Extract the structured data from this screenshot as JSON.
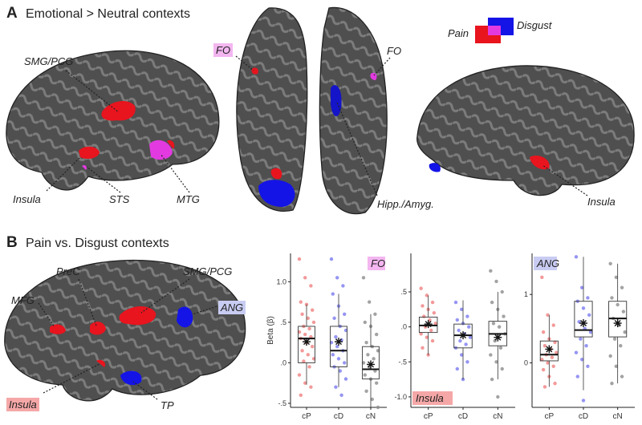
{
  "panelA": {
    "letter": "A",
    "title": "Emotional > Neutral contexts",
    "legend": {
      "pain": "Pain",
      "disgust": "Disgust",
      "pain_color": "#e8141e",
      "disgust_color": "#1414e6",
      "overlap_color": "#e23ae0"
    },
    "labels": {
      "smg_pcg": "SMG/PCG",
      "insula_left": "Insula",
      "sts": "STS",
      "mtg": "MTG",
      "fo_left": "FO",
      "fo_right": "FO",
      "hipp_amyg": "Hipp./Amyg.",
      "insula_right": "Insula"
    }
  },
  "panelB": {
    "letter": "B",
    "title": "Pain vs. Disgust contexts",
    "labels": {
      "mfg": "MFG",
      "prec": "PreC",
      "smg_pcg": "SMG/PCG",
      "ang": "ANG",
      "insula": "Insula",
      "tp": "TP"
    }
  },
  "chart_data": [
    {
      "type": "box",
      "title": "FO",
      "ylabel": "Beta (β)",
      "categories": [
        "cP",
        "cD",
        "cN"
      ],
      "ylim": [
        -0.55,
        1.35
      ],
      "yticks": [
        "-.5",
        ".0",
        ".5",
        "1.0"
      ],
      "colors": [
        "#f08080",
        "#7b7bf0",
        "#8c8c8c"
      ],
      "boxes": [
        {
          "q1": 0.0,
          "median": 0.3,
          "q3": 0.45,
          "lo": -0.27,
          "hi": 0.72,
          "mean": 0.26
        },
        {
          "q1": -0.05,
          "median": 0.15,
          "q3": 0.45,
          "lo": -0.3,
          "hi": 0.85,
          "mean": 0.26
        },
        {
          "q1": -0.2,
          "median": -0.08,
          "q3": 0.2,
          "lo": -0.55,
          "hi": 0.6,
          "mean": -0.02
        }
      ],
      "points": [
        [
          1.28,
          1.05,
          0.95,
          0.75,
          0.72,
          0.65,
          0.6,
          0.55,
          0.5,
          0.45,
          0.42,
          0.38,
          0.35,
          0.32,
          0.3,
          0.25,
          0.2,
          0.15,
          0.1,
          0.05,
          0.02,
          -0.05,
          -0.15,
          -0.25,
          -0.3,
          -0.4
        ],
        [
          1.28,
          1.05,
          0.95,
          0.85,
          0.7,
          0.6,
          0.55,
          0.45,
          0.4,
          0.32,
          0.28,
          0.25,
          0.2,
          0.15,
          0.1,
          0.05,
          0.0,
          -0.05,
          -0.1,
          -0.2,
          -0.3,
          -0.4
        ],
        [
          1.05,
          0.75,
          0.6,
          0.5,
          0.45,
          0.35,
          0.25,
          0.2,
          0.15,
          0.1,
          0.05,
          0.0,
          -0.05,
          -0.1,
          -0.15,
          -0.2,
          -0.25,
          -0.35,
          -0.45,
          -0.55
        ]
      ]
    },
    {
      "type": "box",
      "title": "Insula",
      "ylabel": "",
      "categories": [
        "cP",
        "cD",
        "cN"
      ],
      "ylim": [
        -1.15,
        1.05
      ],
      "yticks": [
        "-1.0",
        "-.5",
        ".0",
        ".5"
      ],
      "colors": [
        "#f08080",
        "#7b7bf0",
        "#8c8c8c"
      ],
      "boxes": [
        {
          "q1": -0.08,
          "median": 0.02,
          "q3": 0.14,
          "lo": -0.4,
          "hi": 0.45,
          "mean": 0.04
        },
        {
          "q1": -0.3,
          "median": -0.12,
          "q3": 0.04,
          "lo": -0.75,
          "hi": 0.38,
          "mean": -0.12
        },
        {
          "q1": -0.27,
          "median": -0.1,
          "q3": 0.08,
          "lo": -0.75,
          "hi": 0.5,
          "mean": -0.15
        }
      ],
      "points": [
        [
          0.55,
          0.45,
          0.35,
          0.3,
          0.25,
          0.2,
          0.15,
          0.1,
          0.05,
          0.0,
          -0.05,
          -0.1,
          -0.15,
          -0.2,
          -0.3,
          -0.4
        ],
        [
          0.35,
          0.25,
          0.15,
          0.1,
          0.05,
          0.0,
          -0.05,
          -0.1,
          -0.15,
          -0.2,
          -0.25,
          -0.3,
          -0.4,
          -0.5,
          -0.6,
          -0.75
        ],
        [
          0.8,
          0.65,
          0.5,
          0.35,
          0.25,
          0.15,
          0.05,
          0.0,
          -0.1,
          -0.2,
          -0.3,
          -0.4,
          -0.5,
          -0.6,
          -0.75,
          -1.0
        ]
      ]
    },
    {
      "type": "box",
      "title": "ANG",
      "ylabel": "",
      "categories": [
        "cP",
        "cD",
        "cN"
      ],
      "ylim": [
        -0.65,
        1.6
      ],
      "yticks": [
        "0",
        "1"
      ],
      "colors": [
        "#f08080",
        "#7b7bf0",
        "#8c8c8c"
      ],
      "boxes": [
        {
          "q1": 0.03,
          "median": 0.12,
          "q3": 0.32,
          "lo": -0.35,
          "hi": 0.7,
          "mean": 0.2
        },
        {
          "q1": 0.38,
          "median": 0.48,
          "q3": 0.9,
          "lo": -0.4,
          "hi": 1.55,
          "mean": 0.58
        },
        {
          "q1": 0.38,
          "median": 0.65,
          "q3": 0.9,
          "lo": -0.3,
          "hi": 1.45,
          "mean": 0.58
        }
      ],
      "points": [
        [
          1.25,
          0.7,
          0.55,
          0.45,
          0.35,
          0.3,
          0.25,
          0.2,
          0.15,
          0.12,
          0.08,
          0.05,
          0.0,
          -0.05,
          -0.1,
          -0.2,
          -0.3,
          -0.35
        ],
        [
          1.55,
          1.1,
          0.95,
          0.9,
          0.8,
          0.7,
          0.6,
          0.5,
          0.45,
          0.35,
          0.25,
          0.15,
          0.05,
          -0.05,
          -0.2,
          -0.55
        ],
        [
          1.45,
          1.25,
          1.1,
          0.95,
          0.85,
          0.75,
          0.65,
          0.55,
          0.45,
          0.35,
          0.25,
          0.1,
          -0.05,
          -0.2,
          -0.3
        ]
      ]
    }
  ]
}
